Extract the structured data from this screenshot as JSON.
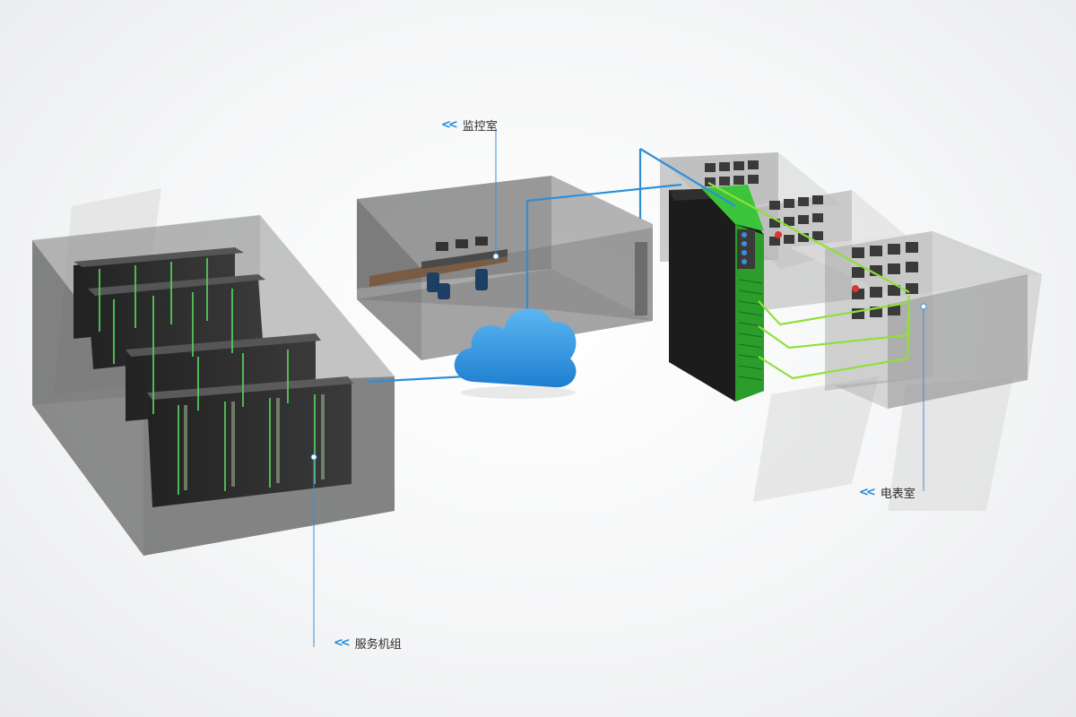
{
  "labels": {
    "monitoring_room": "监控室",
    "server_cluster": "服务机组",
    "meter_room": "电表室"
  },
  "icons": {
    "callout_marker": "double-chevron-left-icon",
    "network": "cloud-icon"
  },
  "colors": {
    "callout_line": "#3a8fd8",
    "network_line": "#2f8fd6",
    "signal_line": "#8ee03a",
    "cloud": "#2f95e4",
    "device_green": "#3cc43c"
  }
}
